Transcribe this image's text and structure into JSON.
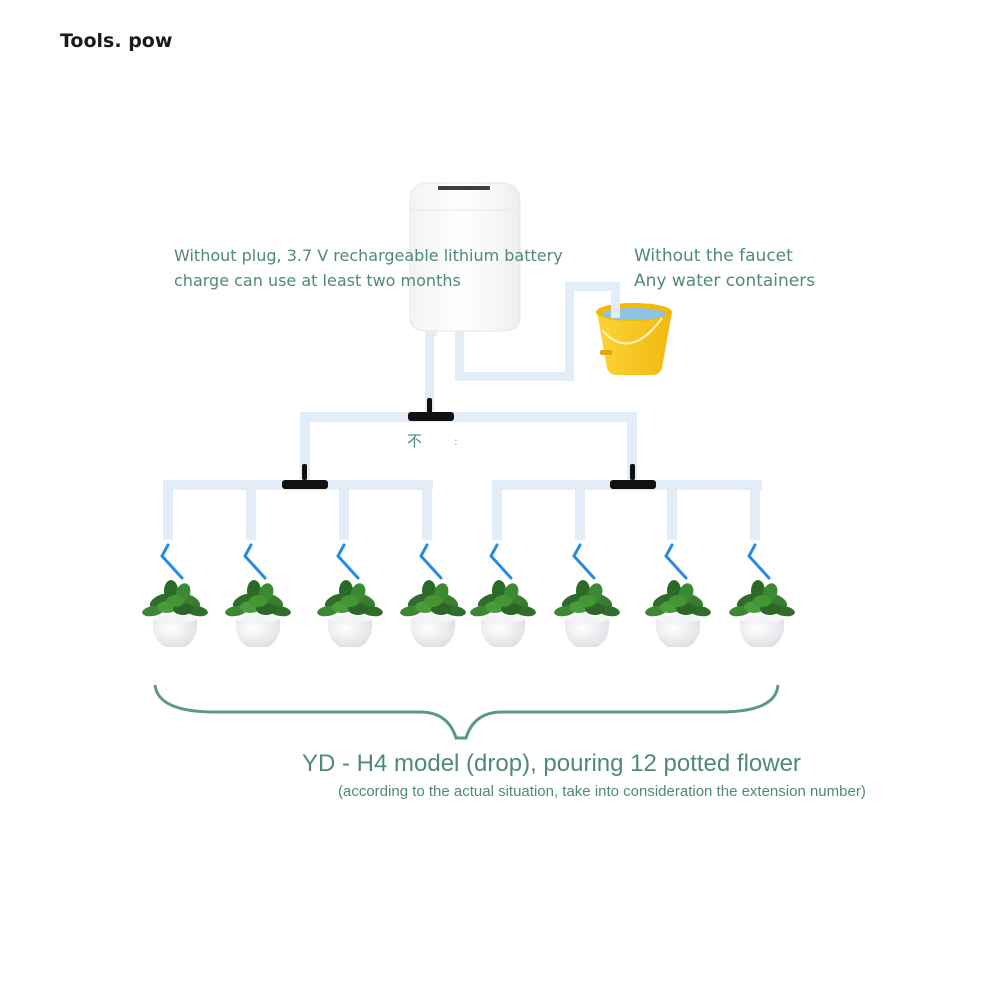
{
  "header": {
    "title": "Tools. pow"
  },
  "notes": {
    "controller": {
      "line1": "Without plug, 3.7 V rechargeable lithium battery",
      "line2": "charge can use at least two months"
    },
    "water_source": {
      "line1": "Without the faucet",
      "line2": "Any water containers"
    },
    "stray_glyph": "不",
    "stray_mark": ":"
  },
  "caption": {
    "main": "YD - H4 model (drop), pouring 12 potted flower",
    "sub": "(according to the actual situation, take into consideration the extension number)"
  },
  "colors": {
    "text_green": "#4f8a74",
    "pipe": "#e3edf7",
    "connector": "#111111",
    "dripper": "#2a8ae0",
    "bucket": "#f7c51c",
    "brace": "#5a9a7e"
  },
  "diagram": {
    "components": [
      "watering-controller",
      "water-bucket",
      "main-t-connector",
      "left-t-connector",
      "right-t-connector"
    ],
    "plant_count": 8
  }
}
